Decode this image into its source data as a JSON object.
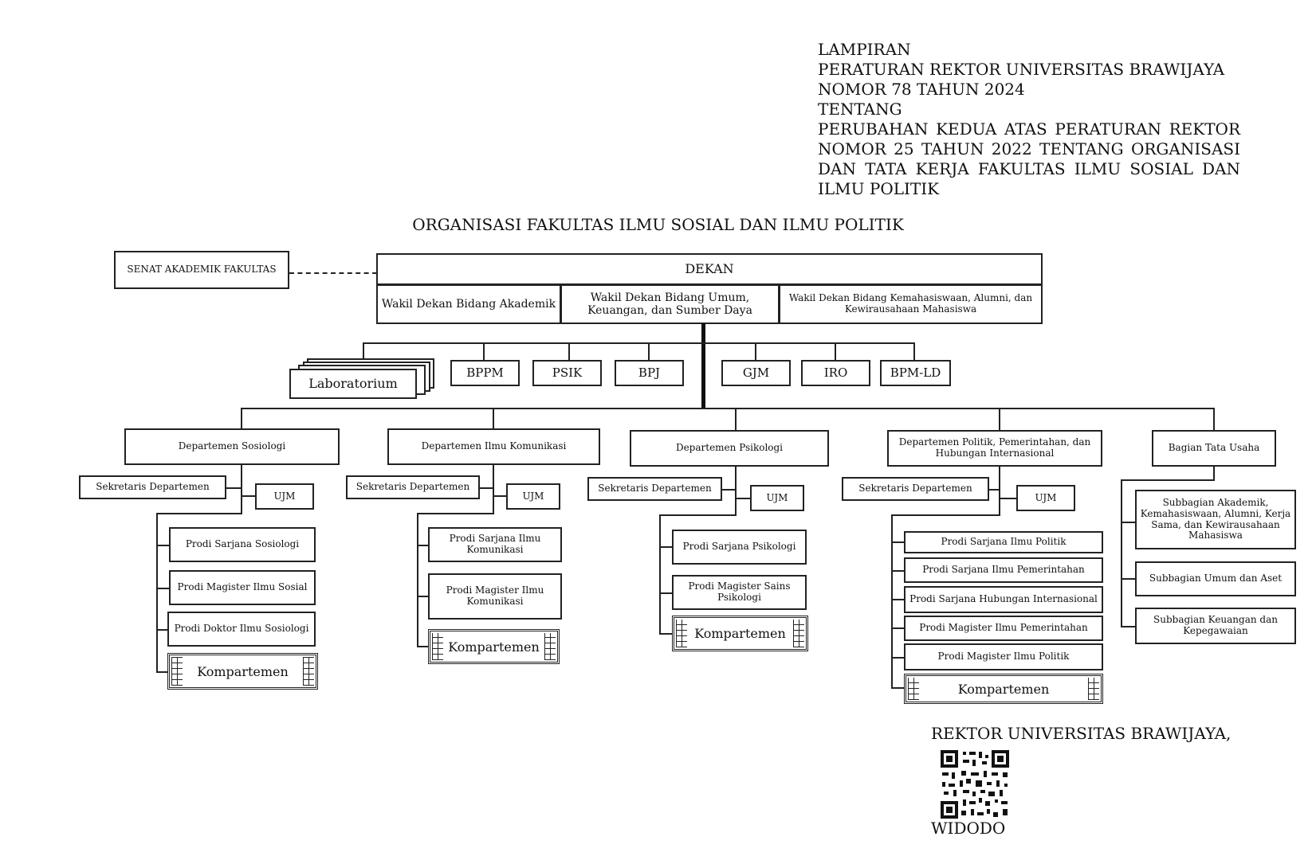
{
  "header": {
    "lines": [
      "LAMPIRAN",
      "PERATURAN REKTOR UNIVERSITAS BRAWIJAYA",
      "NOMOR 78 TAHUN 2024",
      "TENTANG",
      "PERUBAHAN KEDUA ATAS PERATURAN REKTOR",
      "NOMOR 25 TAHUN 2022 TENTANG ORGANISASI",
      "DAN TATA KERJA FAKULTAS ILMU SOSIAL DAN",
      "ILMU POLITIK"
    ]
  },
  "title": "ORGANISASI FAKULTAS ILMU SOSIAL DAN ILMU POLITIK",
  "senat": "SENAT AKADEMIK FAKULTAS",
  "dekan": "DEKAN",
  "wakil": [
    "Wakil Dekan Bidang Akademik",
    "Wakil Dekan Bidang Umum, Keuangan, dan Sumber Daya",
    "Wakil Dekan Bidang Kemahasiswaan, Alumni, dan Kewirausahaan Mahasiswa"
  ],
  "units": {
    "laboratorium": "Laboratorium",
    "bppm": "BPPM",
    "psik": "PSIK",
    "bpj": "BPJ",
    "gjm": "GJM",
    "iro": "IRO",
    "bpmld": "BPM-LD"
  },
  "departments": [
    {
      "name": "Departemen Sosiologi",
      "sekretaris": "Sekretaris Departemen",
      "ujm": "UJM",
      "prodi": [
        "Prodi Sarjana Sosiologi",
        "Prodi Magister Ilmu Sosial",
        "Prodi Doktor Ilmu Sosiologi"
      ],
      "kompartemen": "Kompartemen"
    },
    {
      "name": "Departemen Ilmu Komunikasi",
      "sekretaris": "Sekretaris Departemen",
      "ujm": "UJM",
      "prodi": [
        "Prodi Sarjana Ilmu Komunikasi",
        "Prodi Magister Ilmu Komunikasi"
      ],
      "kompartemen": "Kompartemen"
    },
    {
      "name": "Departemen Psikologi",
      "sekretaris": "Sekretaris Departemen",
      "ujm": "UJM",
      "prodi": [
        "Prodi Sarjana Psikologi",
        "Prodi Magister Sains Psikologi"
      ],
      "kompartemen": "Kompartemen"
    },
    {
      "name": "Departemen Politik, Pemerintahan, dan Hubungan Internasional",
      "sekretaris": "Sekretaris Departemen",
      "ujm": "UJM",
      "prodi": [
        "Prodi Sarjana Ilmu Politik",
        "Prodi Sarjana Ilmu Pemerintahan",
        "Prodi Sarjana Hubungan Internasional",
        "Prodi Magister Ilmu Pemerintahan",
        "Prodi Magister Ilmu Politik"
      ],
      "kompartemen": "Kompartemen"
    }
  ],
  "tata_usaha": {
    "name": "Bagian Tata Usaha",
    "sub": [
      "Subbagian Akademik, Kemahasiswaan, Alumni, Kerja Sama, dan Kewirausahaan Mahasiswa",
      "Subbagian Umum dan Aset",
      "Subbagian Keuangan dan Kepegawaian"
    ]
  },
  "signature": {
    "title": "REKTOR UNIVERSITAS BRAWIJAYA,",
    "name": "WIDODO"
  }
}
